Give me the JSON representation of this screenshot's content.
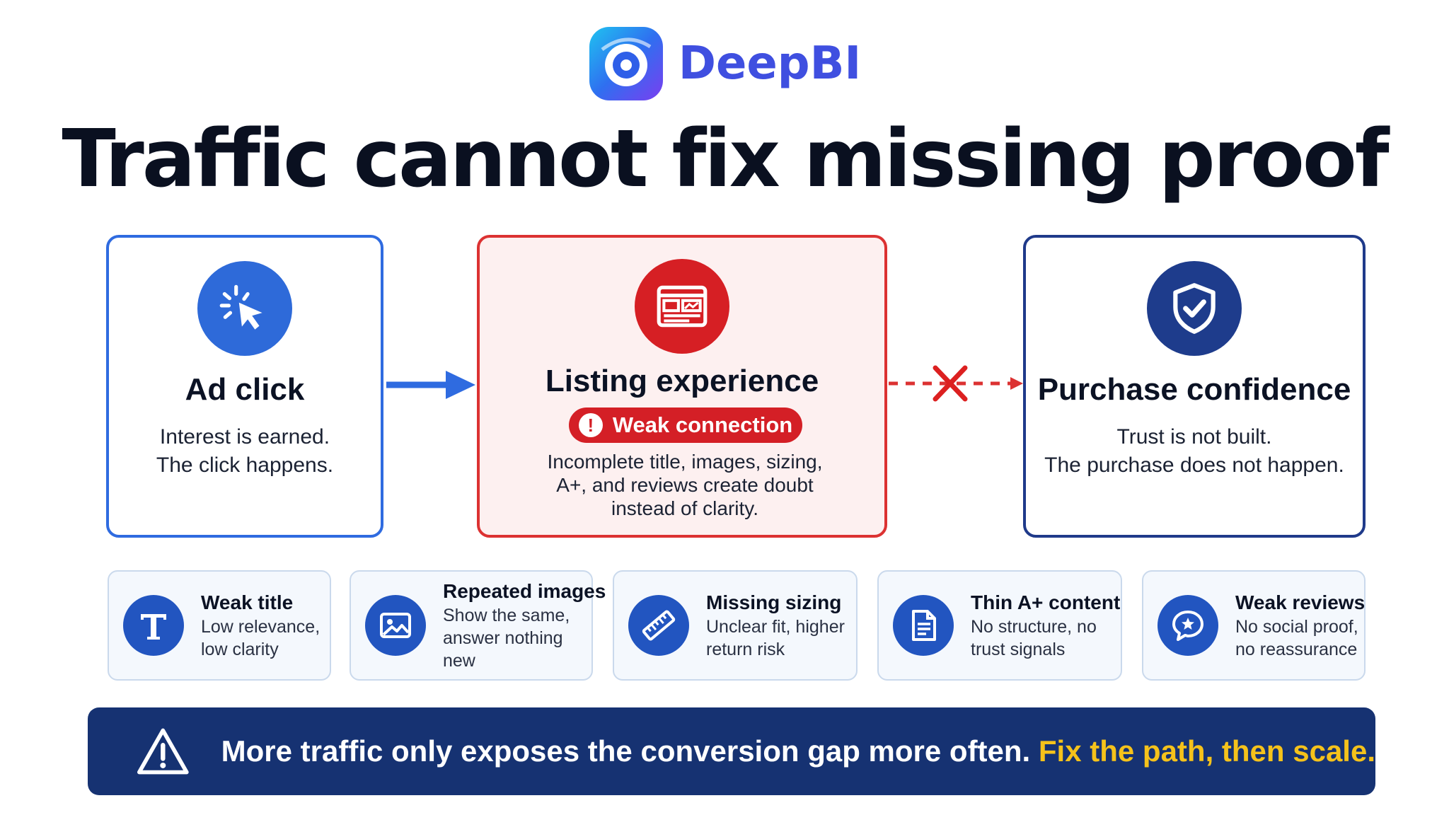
{
  "brand": {
    "name": "DeepBI",
    "logo_icon": "deepbi-logo-icon"
  },
  "headline": "Traffic cannot fix missing proof",
  "stages": [
    {
      "id": "ad-click",
      "icon": "cursor-click-icon",
      "title": "Ad click",
      "lines": [
        "Interest is earned.",
        "The click happens."
      ],
      "color": "#2e6ad9"
    },
    {
      "id": "listing-experience",
      "icon": "listing-page-icon",
      "title": "Listing experience",
      "badge": {
        "icon": "exclamation-icon",
        "label": "Weak connection"
      },
      "lines": [
        "Incomplete title, images, sizing,",
        "A+, and reviews create doubt",
        "instead of clarity."
      ],
      "color": "#d61f24"
    },
    {
      "id": "purchase-confidence",
      "icon": "shield-check-icon",
      "title": "Purchase confidence",
      "lines": [
        "Trust is not built.",
        "The purchase does not happen."
      ],
      "color": "#1e3c8c"
    }
  ],
  "connectors": [
    {
      "from": "ad-click",
      "to": "listing-experience",
      "style": "solid-arrow"
    },
    {
      "from": "listing-experience",
      "to": "purchase-confidence",
      "style": "dashed-broken"
    }
  ],
  "issues": [
    {
      "icon": "letter-t-icon",
      "title": "Weak title",
      "text": "Low relevance, low clarity"
    },
    {
      "icon": "image-icon",
      "title": "Repeated images",
      "text": "Show the same, answer nothing new"
    },
    {
      "icon": "ruler-icon",
      "title": "Missing sizing",
      "text": "Unclear fit, higher return risk"
    },
    {
      "icon": "document-icon",
      "title": "Thin A+ content",
      "text": "No structure, no trust signals"
    },
    {
      "icon": "star-chat-icon",
      "title": "Weak reviews",
      "text": "No social proof, no reassurance"
    }
  ],
  "banner": {
    "icon": "warning-icon",
    "text": "More traffic only exposes the conversion gap more often.",
    "highlight": "Fix the path, then scale.",
    "highlight_color": "#f5c21b"
  }
}
